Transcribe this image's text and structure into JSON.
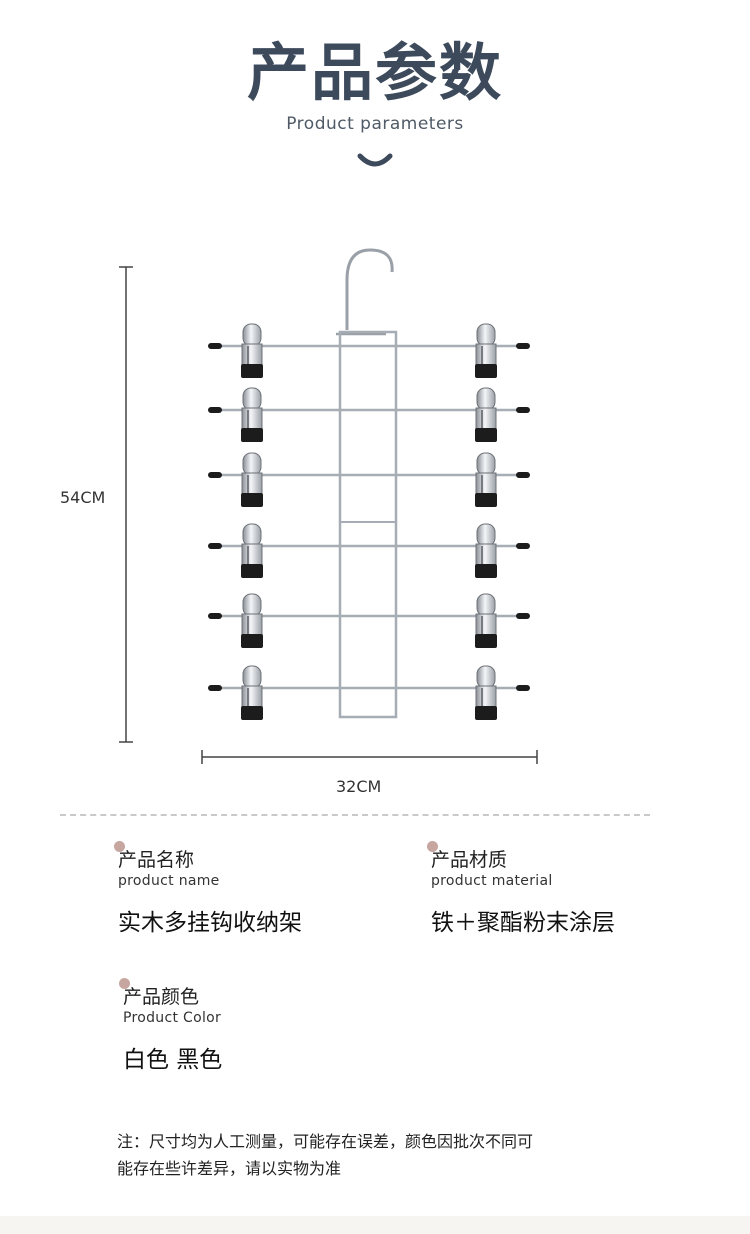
{
  "header": {
    "title": "产品参数",
    "subtitle": "Product parameters",
    "accent_color": "#3d4a5c"
  },
  "figure": {
    "height_label": "54CM",
    "width_label": "32CM",
    "icon": "smile-curve-icon"
  },
  "params": [
    {
      "name_cn": "产品名称",
      "name_en": "product name",
      "value": "实木多挂钩收纳架"
    },
    {
      "name_cn": "产品材质",
      "name_en": "product material",
      "value": "铁＋聚酯粉末涂层"
    },
    {
      "name_cn": "产品颜色",
      "name_en": "Product Color",
      "value": "白色 黑色"
    }
  ],
  "note": {
    "line1": "注：尺寸均为人工测量，可能存在误差，颜色因批次不同可",
    "line2": "能存在些许差异，请以实物为准"
  }
}
